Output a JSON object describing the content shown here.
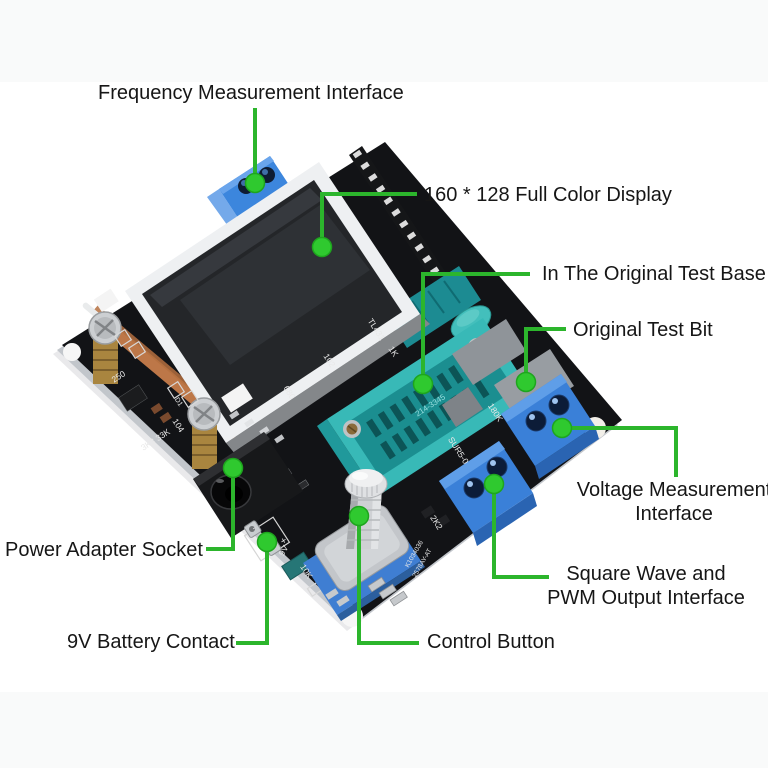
{
  "annotations": {
    "line_color": "#2cb52c",
    "dot_color": "#2fc92f",
    "labels": [
      {
        "id": "frequency-measurement-interface",
        "lines": [
          "Frequency Measurement Interface"
        ]
      },
      {
        "id": "full-color-display",
        "lines": [
          "160 * 128 Full Color Display"
        ]
      },
      {
        "id": "original-test-base",
        "lines": [
          "In The Original Test Base"
        ]
      },
      {
        "id": "original-test-bit",
        "lines": [
          "Original Test Bit"
        ]
      },
      {
        "id": "voltage-measurement-interface",
        "lines": [
          "Voltage Measurement",
          "Interface"
        ]
      },
      {
        "id": "square-wave-pwm-output",
        "lines": [
          "Square Wave and",
          "PWM Output Interface"
        ]
      },
      {
        "id": "power-adapter-socket",
        "lines": [
          "Power Adapter Socket"
        ]
      },
      {
        "id": "battery-contact",
        "lines": [
          "9V Battery Contact"
        ]
      },
      {
        "id": "control-button",
        "lines": [
          "Control Button"
        ]
      }
    ]
  },
  "board": {
    "colors": {
      "pcb": "#121316",
      "zif_teal": "#38b9b7",
      "terminal_blue": "#3a80d8",
      "pad_gray": "#92979c",
      "display_frame": "#eef0f2",
      "screen": "#242629"
    },
    "silkscreen": [
      "TL431",
      "1K",
      "102",
      "680",
      "250",
      "104",
      "3K3 33K",
      "D1",
      "SUR5-0",
      "180K",
      "2K2",
      "10K",
      "9V",
      "+",
      "-",
      "K1034036",
      "2578AY-AT"
    ],
    "zif_marking": "214-3345"
  }
}
